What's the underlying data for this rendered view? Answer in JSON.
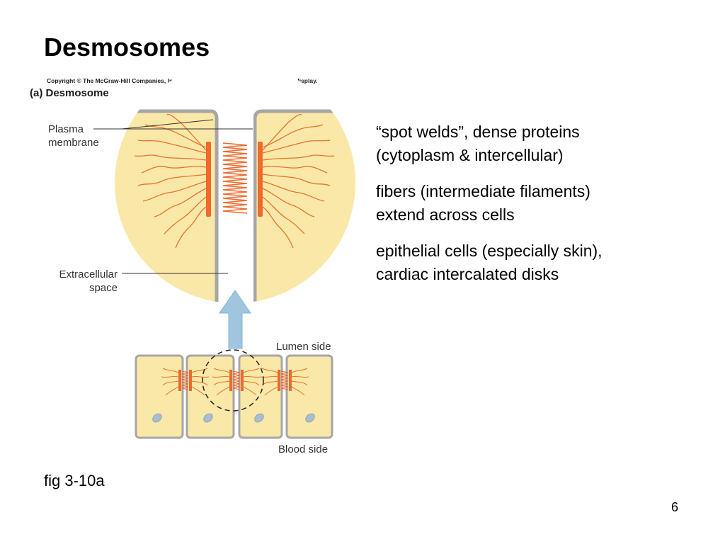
{
  "slide": {
    "title": "Desmosomes",
    "page_number": "6",
    "caption": "fig 3-10a"
  },
  "figure": {
    "copyright": "Copyright © The McGraw-Hill Companies, Inc. Permission required for reproduction or display.",
    "heading": "(a) Desmosome",
    "labels": {
      "plasma_membrane_line1": "Plasma",
      "plasma_membrane_line2": "membrane",
      "extracellular_line1": "Extracellular",
      "extracellular_line2": "space",
      "lumen_side": "Lumen side",
      "blood_side": "Blood side"
    },
    "colors": {
      "cytoplasm": "#fae8a8",
      "membrane": "#a8a6a4",
      "plaque": "#ef6a2c",
      "filament": "#e8732f",
      "arrow": "#9fc6de",
      "nucleus": "#a9bed0"
    }
  },
  "bullets": [
    {
      "line1": "“spot welds”, dense proteins",
      "line2": "(cytoplasm & intercellular)"
    },
    {
      "line1": "fibers (intermediate filaments)",
      "line2": "extend across cells"
    },
    {
      "line1": "epithelial cells (especially skin),",
      "line2": "cardiac intercalated disks"
    }
  ]
}
